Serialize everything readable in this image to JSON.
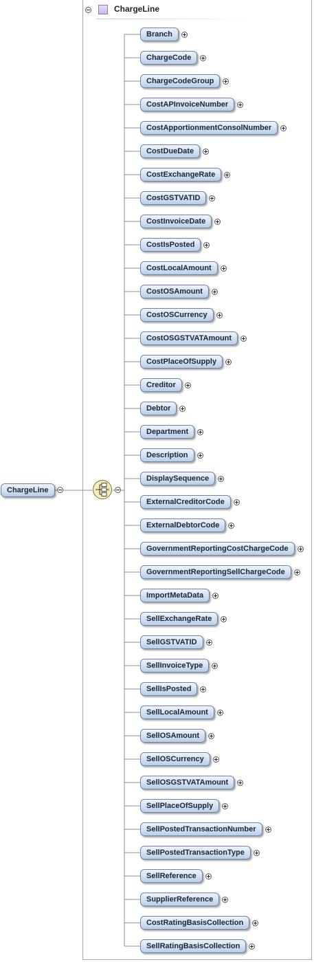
{
  "root": {
    "label": "ChargeLine"
  },
  "complex_type": {
    "label": "ChargeLine",
    "icon": "complex-type-icon",
    "accent": "#c7b9ea"
  },
  "sequence": {
    "icon": "sequence-compositor-icon",
    "color": "#f5edb8"
  },
  "children": [
    {
      "label": "Branch"
    },
    {
      "label": "ChargeCode"
    },
    {
      "label": "ChargeCodeGroup"
    },
    {
      "label": "CostAPInvoiceNumber"
    },
    {
      "label": "CostApportionmentConsolNumber"
    },
    {
      "label": "CostDueDate"
    },
    {
      "label": "CostExchangeRate"
    },
    {
      "label": "CostGSTVATID"
    },
    {
      "label": "CostInvoiceDate"
    },
    {
      "label": "CostIsPosted"
    },
    {
      "label": "CostLocalAmount"
    },
    {
      "label": "CostOSAmount"
    },
    {
      "label": "CostOSCurrency"
    },
    {
      "label": "CostOSGSTVATAmount"
    },
    {
      "label": "CostPlaceOfSupply"
    },
    {
      "label": "Creditor"
    },
    {
      "label": "Debtor"
    },
    {
      "label": "Department"
    },
    {
      "label": "Description"
    },
    {
      "label": "DisplaySequence"
    },
    {
      "label": "ExternalCreditorCode"
    },
    {
      "label": "ExternalDebtorCode"
    },
    {
      "label": "GovernmentReportingCostChargeCode"
    },
    {
      "label": "GovernmentReportingSellChargeCode"
    },
    {
      "label": "ImportMetaData"
    },
    {
      "label": "SellExchangeRate"
    },
    {
      "label": "SellGSTVATID"
    },
    {
      "label": "SellInvoiceType"
    },
    {
      "label": "SellIsPosted"
    },
    {
      "label": "SellLocalAmount"
    },
    {
      "label": "SellOSAmount"
    },
    {
      "label": "SellOSCurrency"
    },
    {
      "label": "SellOSGSTVATAmount"
    },
    {
      "label": "SellPlaceOfSupply"
    },
    {
      "label": "SellPostedTransactionNumber"
    },
    {
      "label": "SellPostedTransactionType"
    },
    {
      "label": "SellReference"
    },
    {
      "label": "SupplierReference"
    },
    {
      "label": "CostRatingBasisCollection"
    },
    {
      "label": "SellRatingBasisCollection"
    }
  ]
}
